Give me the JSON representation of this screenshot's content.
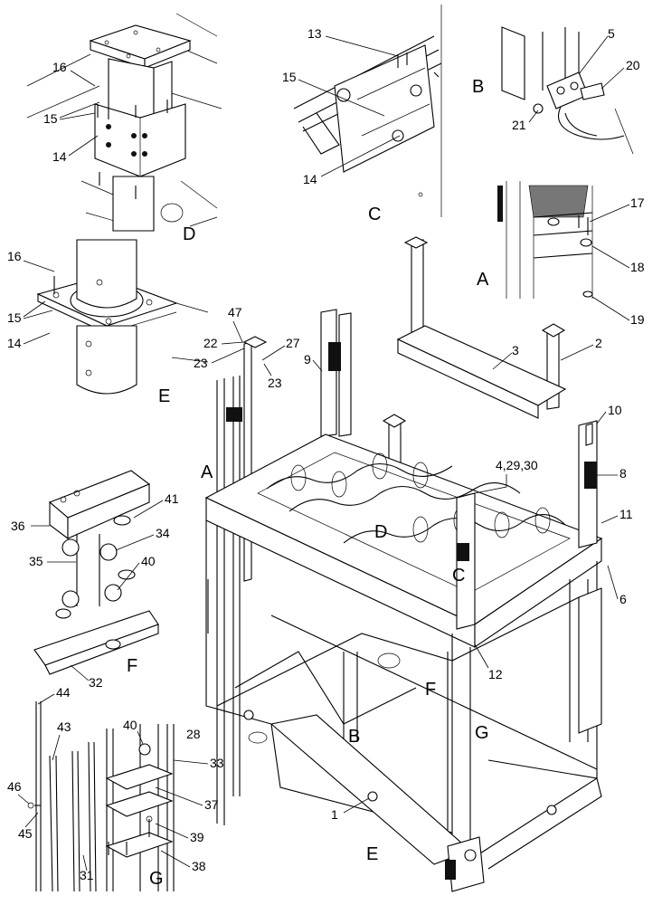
{
  "detail_labels": {
    "A_detail": "A",
    "A_main": "A",
    "B_detail": "B",
    "B_main": "B",
    "C_detail": "C",
    "C_main": "C",
    "D_detail": "D",
    "D_main": "D",
    "E_detail": "E",
    "E_main": "E",
    "F_detail": "F",
    "F_main": "F",
    "G_detail": "G",
    "G_main": "G"
  },
  "callouts": {
    "d_16": "16",
    "d_15": "15",
    "d_14": "14",
    "c_13": "13",
    "c_15": "15",
    "c_14": "14",
    "b_5": "5",
    "b_20": "20",
    "b_21": "21",
    "a_17": "17",
    "a_18": "18",
    "a_19": "19",
    "e_16": "16",
    "e_15": "15",
    "e_14": "14",
    "m_47": "47",
    "m_22": "22",
    "m_23a": "23",
    "m_27": "27",
    "m_23b": "23",
    "m_9": "9",
    "m_3": "3",
    "m_2": "2",
    "m_10": "10",
    "m_4_29_30": "4,29,30",
    "m_8": "8",
    "m_11": "11",
    "m_6": "6",
    "m_12": "12",
    "m_1": "1",
    "f_36": "36",
    "f_41": "41",
    "f_34": "34",
    "f_35": "35",
    "f_40": "40",
    "f_32": "32",
    "g_44": "44",
    "g_43": "43",
    "g_40": "40",
    "g_28": "28",
    "g_33": "33",
    "g_46": "46",
    "g_45": "45",
    "g_37": "37",
    "g_39": "39",
    "g_31": "31",
    "g_38": "38"
  }
}
